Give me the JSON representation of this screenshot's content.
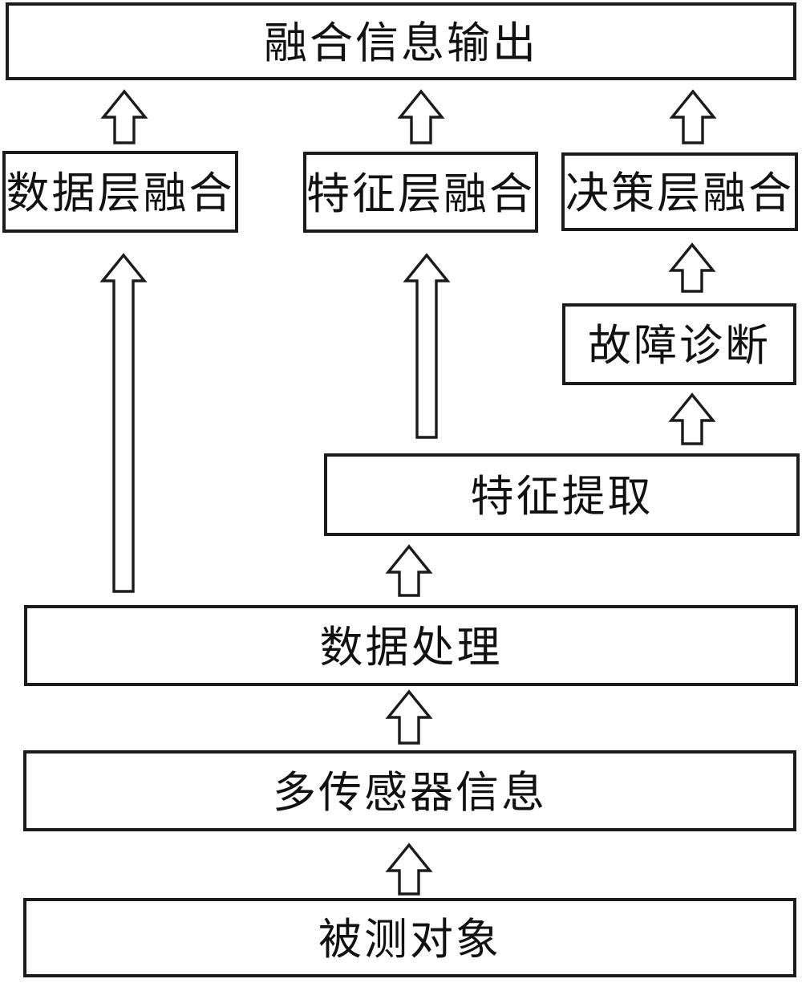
{
  "diagram": {
    "nodes": {
      "output": {
        "label": "融合信息输出"
      },
      "data_layer": {
        "label": "数据层融合"
      },
      "feature_layer": {
        "label": "特征层融合"
      },
      "decision_layer": {
        "label": "决策层融合"
      },
      "fault_diagnosis": {
        "label": "故障诊断"
      },
      "feature_extract": {
        "label": "特征提取"
      },
      "data_processing": {
        "label": "数据处理"
      },
      "multi_sensor": {
        "label": "多传感器信息"
      },
      "measured_object": {
        "label": "被测对象"
      }
    },
    "edges": [
      {
        "from": "被测对象",
        "to": "多传感器信息"
      },
      {
        "from": "多传感器信息",
        "to": "数据处理"
      },
      {
        "from": "数据处理",
        "to": "特征提取"
      },
      {
        "from": "数据处理",
        "to": "数据层融合"
      },
      {
        "from": "特征提取",
        "to": "特征层融合"
      },
      {
        "from": "特征提取",
        "to": "故障诊断"
      },
      {
        "from": "故障诊断",
        "to": "决策层融合"
      },
      {
        "from": "数据层融合",
        "to": "融合信息输出"
      },
      {
        "from": "特征层融合",
        "to": "融合信息输出"
      },
      {
        "from": "决策层融合",
        "to": "融合信息输出"
      }
    ],
    "colors": {
      "line": "#1b1b1b",
      "background": "#ffffff",
      "text": "#111111"
    }
  }
}
